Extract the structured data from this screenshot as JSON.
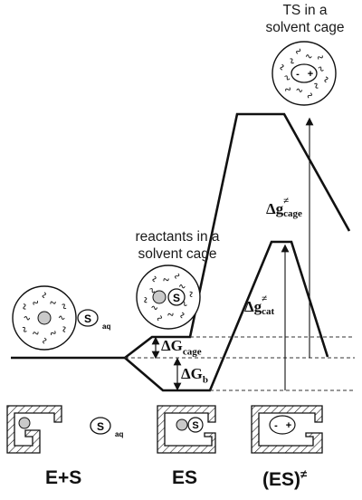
{
  "captions": {
    "ts_line1": "TS in a",
    "ts_line2": "solvent cage",
    "reactants_line1": "reactants in a",
    "reactants_line2": "solvent cage"
  },
  "energies": {
    "delta_g_cage": "ΔG",
    "delta_g_cage_sub": "cage",
    "delta_g_b": "ΔG",
    "delta_g_b_sub": "b",
    "dg_cat": "Δg",
    "dg_cat_sup": "≠",
    "dg_cat_sub": "cat",
    "dg_cage": "Δg",
    "dg_cage_sup": "≠",
    "dg_cage_sub": "cage"
  },
  "states": {
    "es_plus": "E+S",
    "es": "ES",
    "ts": "(ES)",
    "ts_sup": "≠"
  },
  "glyphs": {
    "substrate": "S",
    "substrate_sub": "aq",
    "minus": "-",
    "plus": "+"
  }
}
